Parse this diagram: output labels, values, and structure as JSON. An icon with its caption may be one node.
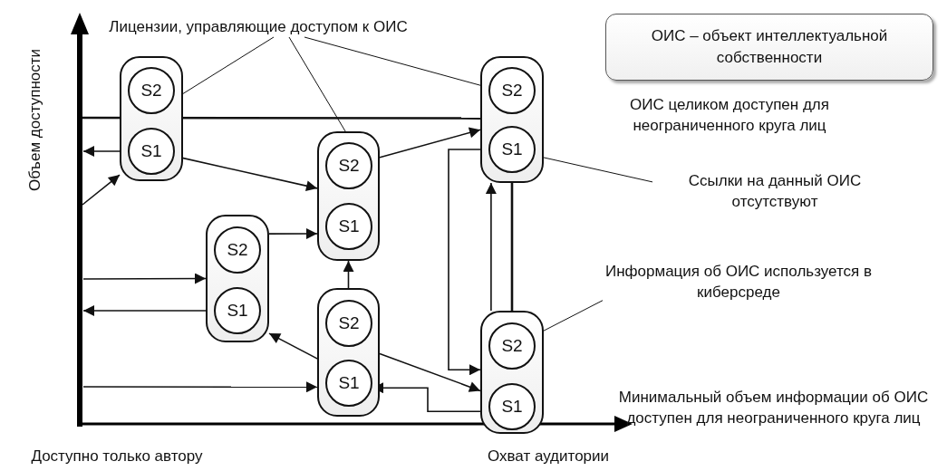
{
  "diagram": {
    "nodes": [
      {
        "text": [
          "Лицензии, управляющие доступом к ОИС"
        ]
      },
      {
        "text": [
          "ОИС – объект интеллектуальной собственности"
        ]
      },
      {
        "text": [],
        "shape": "box"
      },
      {
        "text": [
          "S2"
        ],
        "in": 2
      },
      {
        "text": [
          "S1"
        ],
        "in": 2
      },
      {
        "text": [],
        "shape": "box"
      },
      {
        "text": [
          "S2"
        ],
        "in": 5
      },
      {
        "text": [
          "S1"
        ],
        "in": 5
      },
      {
        "text": [],
        "shape": "box"
      },
      {
        "text": [
          "S2"
        ],
        "in": 8
      },
      {
        "text": [
          "S1"
        ],
        "in": 8
      },
      {
        "text": [
          "Ссылки на данный ОИС отсутствуют"
        ]
      },
      {
        "text": [],
        "shape": "box"
      },
      {
        "text": [
          "S2"
        ],
        "in": 12
      },
      {
        "text": [
          "S1"
        ],
        "in": 12
      },
      {
        "text": [
          "Информация об ОИС используется в киберсреде"
        ]
      },
      {
        "text": [],
        "shape": "box"
      },
      {
        "text": [
          "S2"
        ],
        "in": 16
      },
      {
        "text": [
          "S1"
        ],
        "in": 16
      },
      {
        "text": [],
        "shape": "box"
      },
      {
        "text": [
          "S2"
        ],
        "in": 19
      },
      {
        "text": [
          "S1"
        ],
        "in": 19
      }
    ],
    "edges": [
      {
        "from": null,
        "to": 2,
        "arrow": "to"
      },
      {
        "from": 4,
        "to": null,
        "arrow": "to"
      },
      {
        "from": 4,
        "to": 8,
        "arrow": "to"
      },
      {
        "from": 12,
        "to": 8,
        "arrow": "to"
      },
      {
        "from": null,
        "to": 12,
        "arrow": "to"
      },
      {
        "from": 14,
        "to": null,
        "arrow": "to"
      },
      {
        "from": null,
        "to": 16,
        "arrow": "to"
      },
      {
        "from": 18,
        "to": 12,
        "arrow": "to"
      },
      {
        "from": 16,
        "to": 8,
        "arrow": "to"
      },
      {
        "from": 9,
        "to": 5,
        "arrow": "to"
      },
      {
        "from": 16,
        "to": 19,
        "arrow": "to"
      },
      {
        "from": 7,
        "to": 19,
        "arrow": "to"
      },
      {
        "from": 19,
        "to": 5,
        "arrow": "to"
      },
      {
        "from": 19,
        "to": 5,
        "arrow": "none"
      },
      {
        "from": 21,
        "to": 18,
        "arrow": "to"
      },
      {
        "from": null,
        "to": 5,
        "arrow": "none"
      },
      {
        "from": 0,
        "to": 2,
        "arrow": "none"
      },
      {
        "from": 0,
        "to": 8,
        "arrow": "none"
      },
      {
        "from": 0,
        "to": 5,
        "arrow": "none"
      },
      {
        "from": 7,
        "to": 11,
        "arrow": "none"
      },
      {
        "from": 20,
        "to": 15,
        "arrow": "none"
      }
    ],
    "labels": [
      "Объем доступности",
      "ОИС целиком доступен для неограниченного круга лиц",
      "Минимальный объем информации об ОИС доступен для неограниченного круга лиц",
      "Доступно только автору",
      "Охват аудитории"
    ]
  }
}
